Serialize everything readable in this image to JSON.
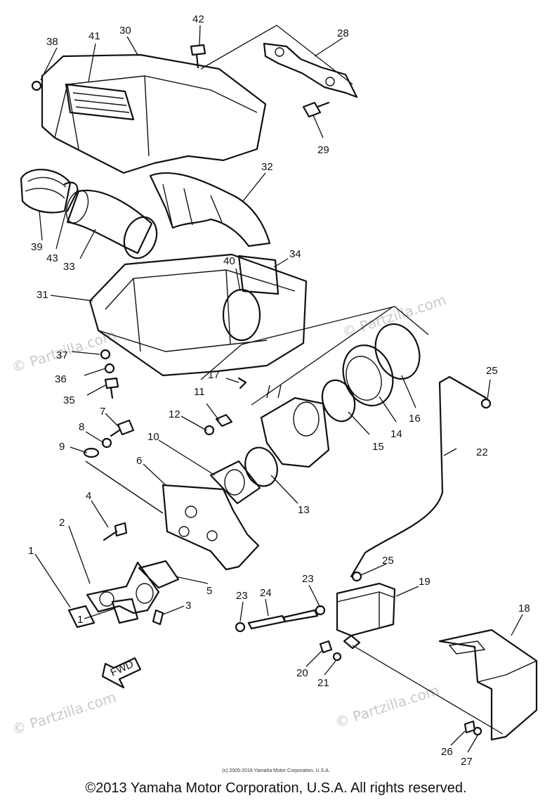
{
  "part_numbers": [
    "1",
    "2",
    "3",
    "4",
    "5",
    "6",
    "7",
    "8",
    "9",
    "10",
    "11",
    "12",
    "13",
    "14",
    "15",
    "16",
    "17",
    "18",
    "19",
    "20",
    "21",
    "22",
    "23",
    "24",
    "25",
    "26",
    "27",
    "28",
    "29",
    "30",
    "31",
    "32",
    "33",
    "34",
    "35",
    "36",
    "37",
    "38",
    "39",
    "40",
    "41",
    "42",
    "43"
  ],
  "direction_label": "FWD",
  "watermarks": [
    "© Partzilla.com",
    "© Partzilla.com",
    "© Partzilla.com",
    "© Partzilla.com"
  ],
  "copyright_small": "(c) 2005-2016 Yamaha Motor Corporation, U.S.A.",
  "copyright_main": "©2013 Yamaha Motor Corporation, U.S.A. All rights reserved."
}
